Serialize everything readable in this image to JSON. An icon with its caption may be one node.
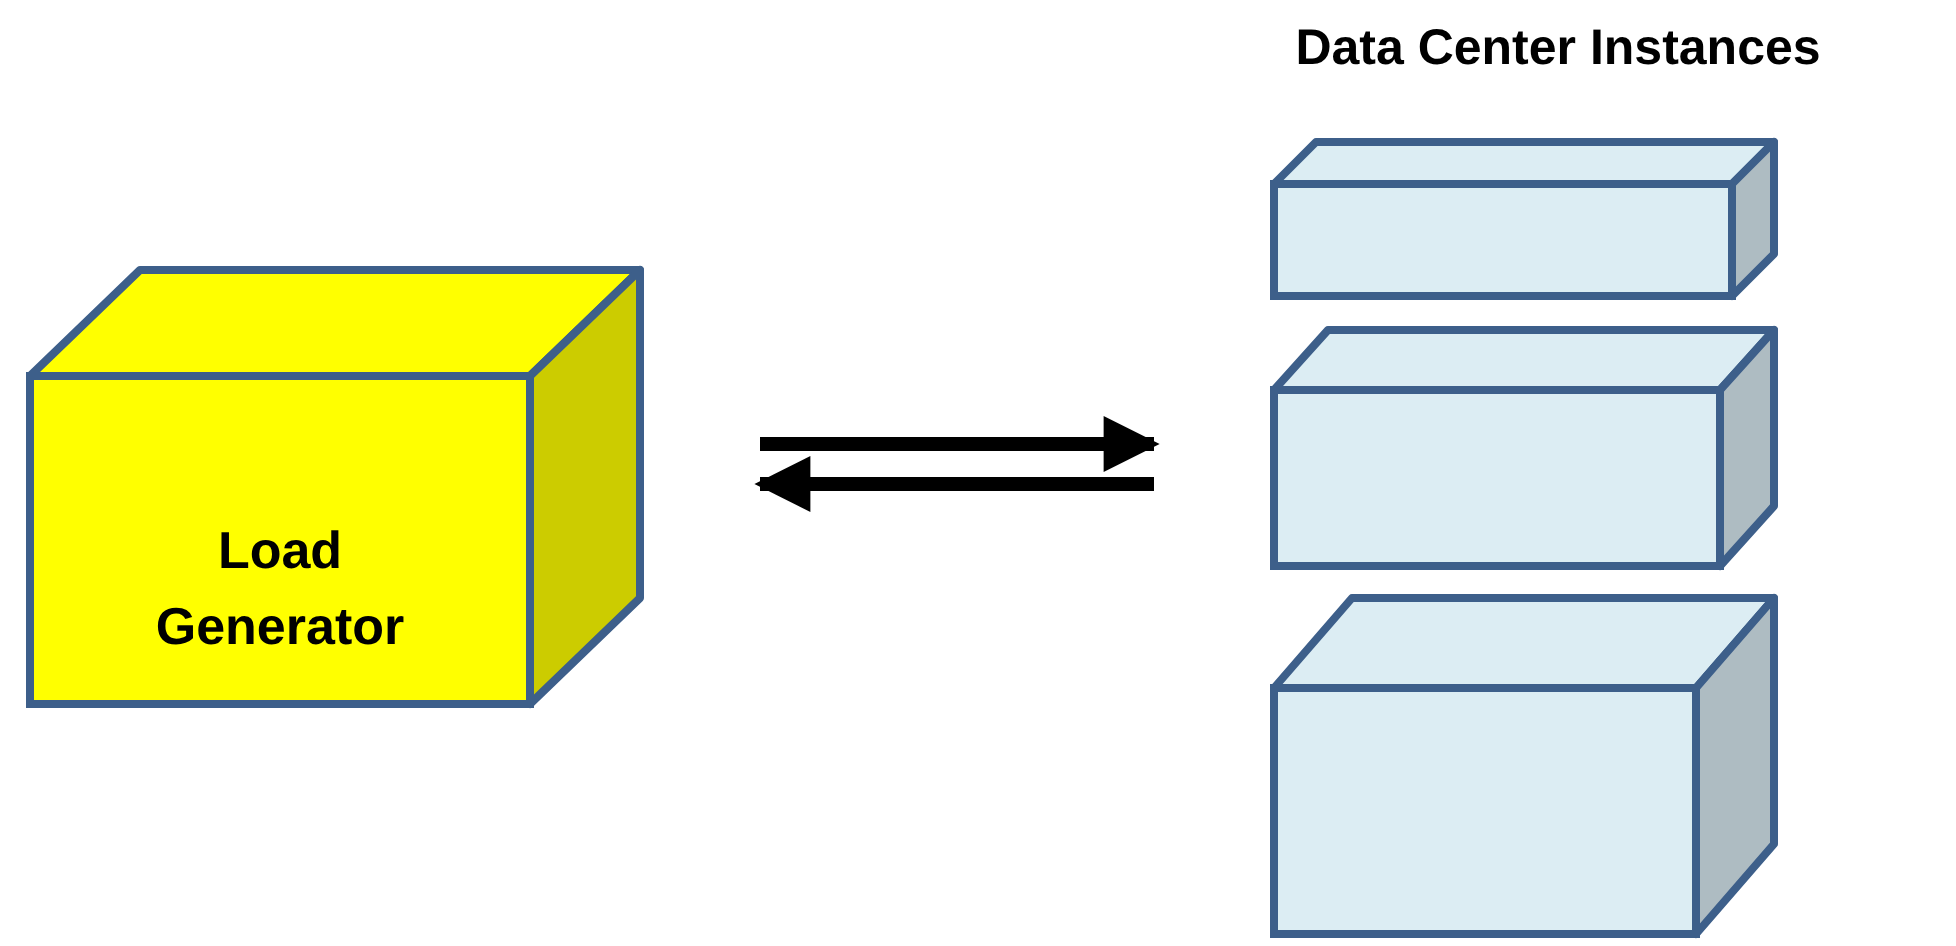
{
  "diagram": {
    "title": "Data Center Instances",
    "nodes": [
      {
        "text": [
          "Load Generator"
        ]
      },
      {
        "text": [],
        "shape": "box"
      },
      {
        "text": [],
        "shape": "box"
      },
      {
        "text": [],
        "shape": "box"
      }
    ],
    "edges": [
      {
        "from": 0,
        "to": 2,
        "arrow": "to"
      },
      {
        "from": 2,
        "to": 0,
        "arrow": "to"
      }
    ]
  }
}
